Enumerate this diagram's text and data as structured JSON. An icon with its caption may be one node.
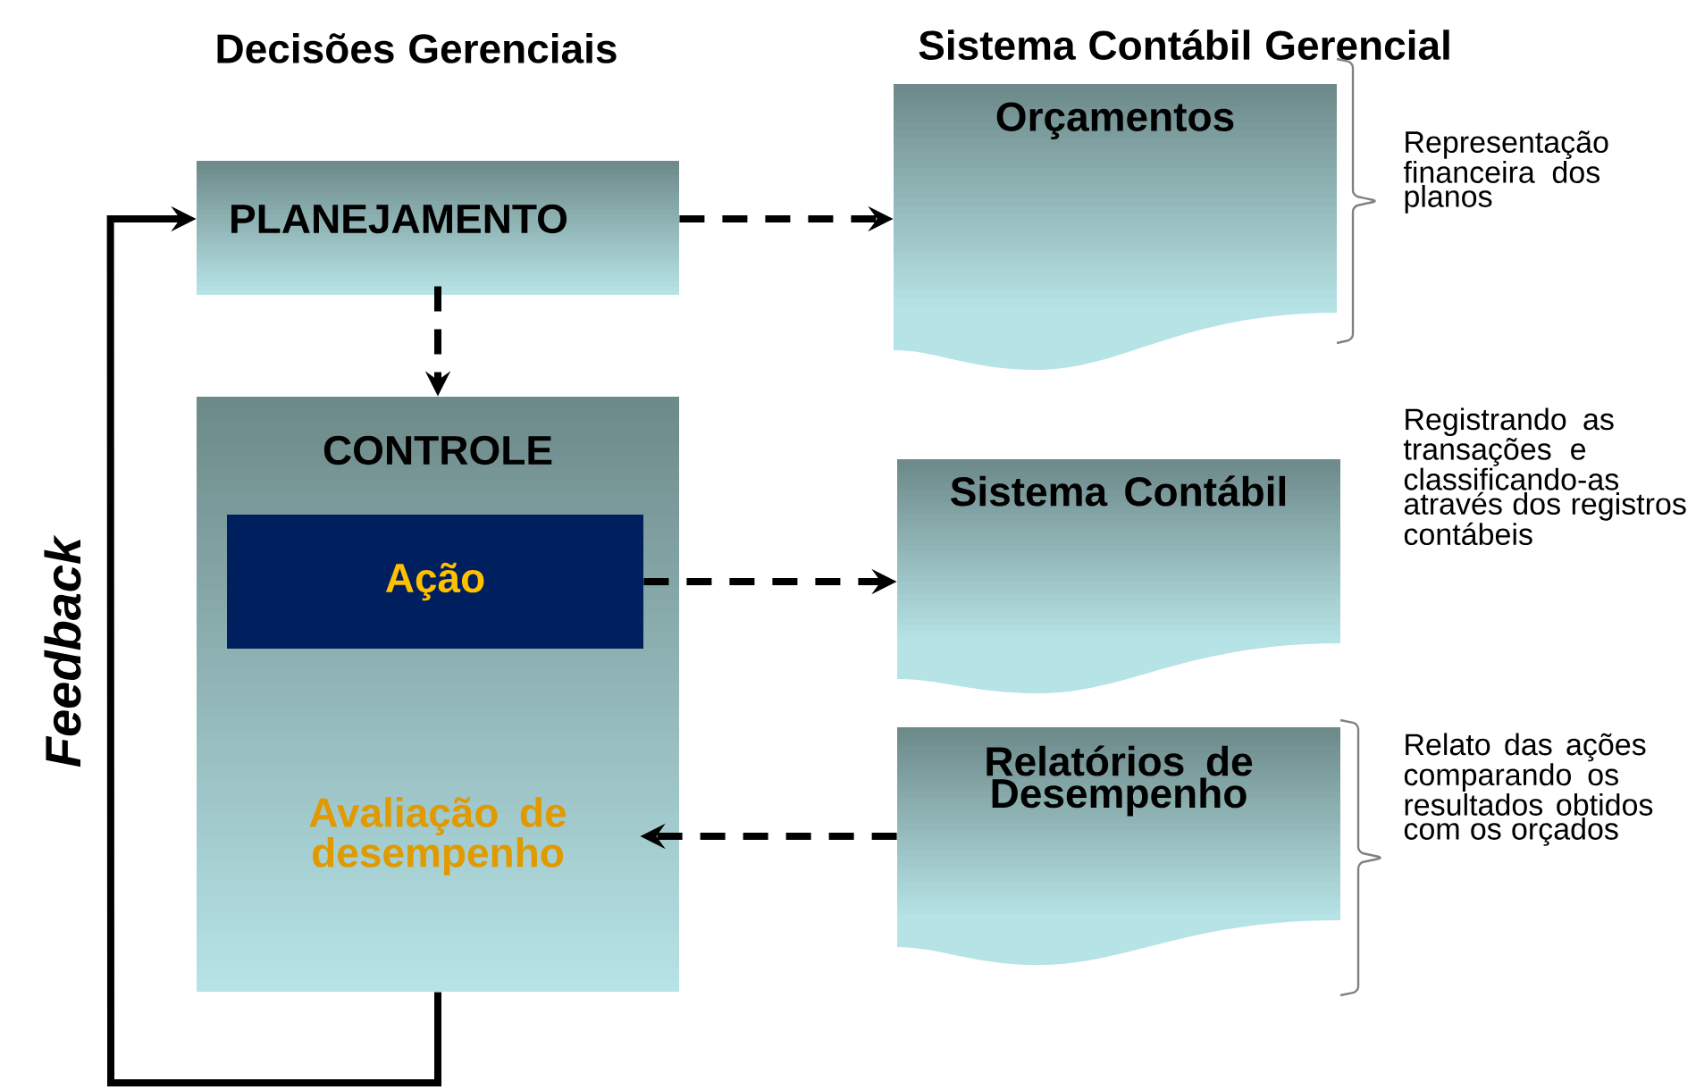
{
  "diagram": {
    "nodes": [
      {
        "text": [
          "PLANEJAMENTO"
        ]
      },
      {
        "text": [
          "CONTROLE"
        ]
      },
      {
        "text": [
          "Ação"
        ],
        "in": 1
      },
      {
        "text": [
          "Avaliação de desempenho"
        ],
        "in": 1
      },
      {
        "text": [
          "Orçamentos"
        ],
        "beside": [
          "Representação financeira dos planos"
        ]
      },
      {
        "text": [
          "Sistema Contábil"
        ],
        "beside": [
          "Registrando as transações e classificando-as através dos registros contábeis"
        ]
      },
      {
        "text": [
          "Relatórios de Desempenho"
        ],
        "beside": [
          "Relato das ações comparando os resultados obtidos com os orçados"
        ]
      }
    ],
    "edges": [
      {
        "from": 0,
        "to": 4,
        "arrow": "to",
        "style": "dashed"
      },
      {
        "from": 0,
        "to": 1,
        "arrow": "to",
        "style": "dashed"
      },
      {
        "from": 2,
        "to": 5,
        "arrow": "to",
        "style": "dashed"
      },
      {
        "from": 6,
        "to": 3,
        "arrow": "to",
        "style": "dashed"
      },
      {
        "from": 1,
        "to": 0,
        "arrow": "to",
        "label": "Feedback"
      }
    ],
    "labels": [
      "Decisões Gerenciais",
      "Sistema Contábil Gerencial"
    ]
  }
}
